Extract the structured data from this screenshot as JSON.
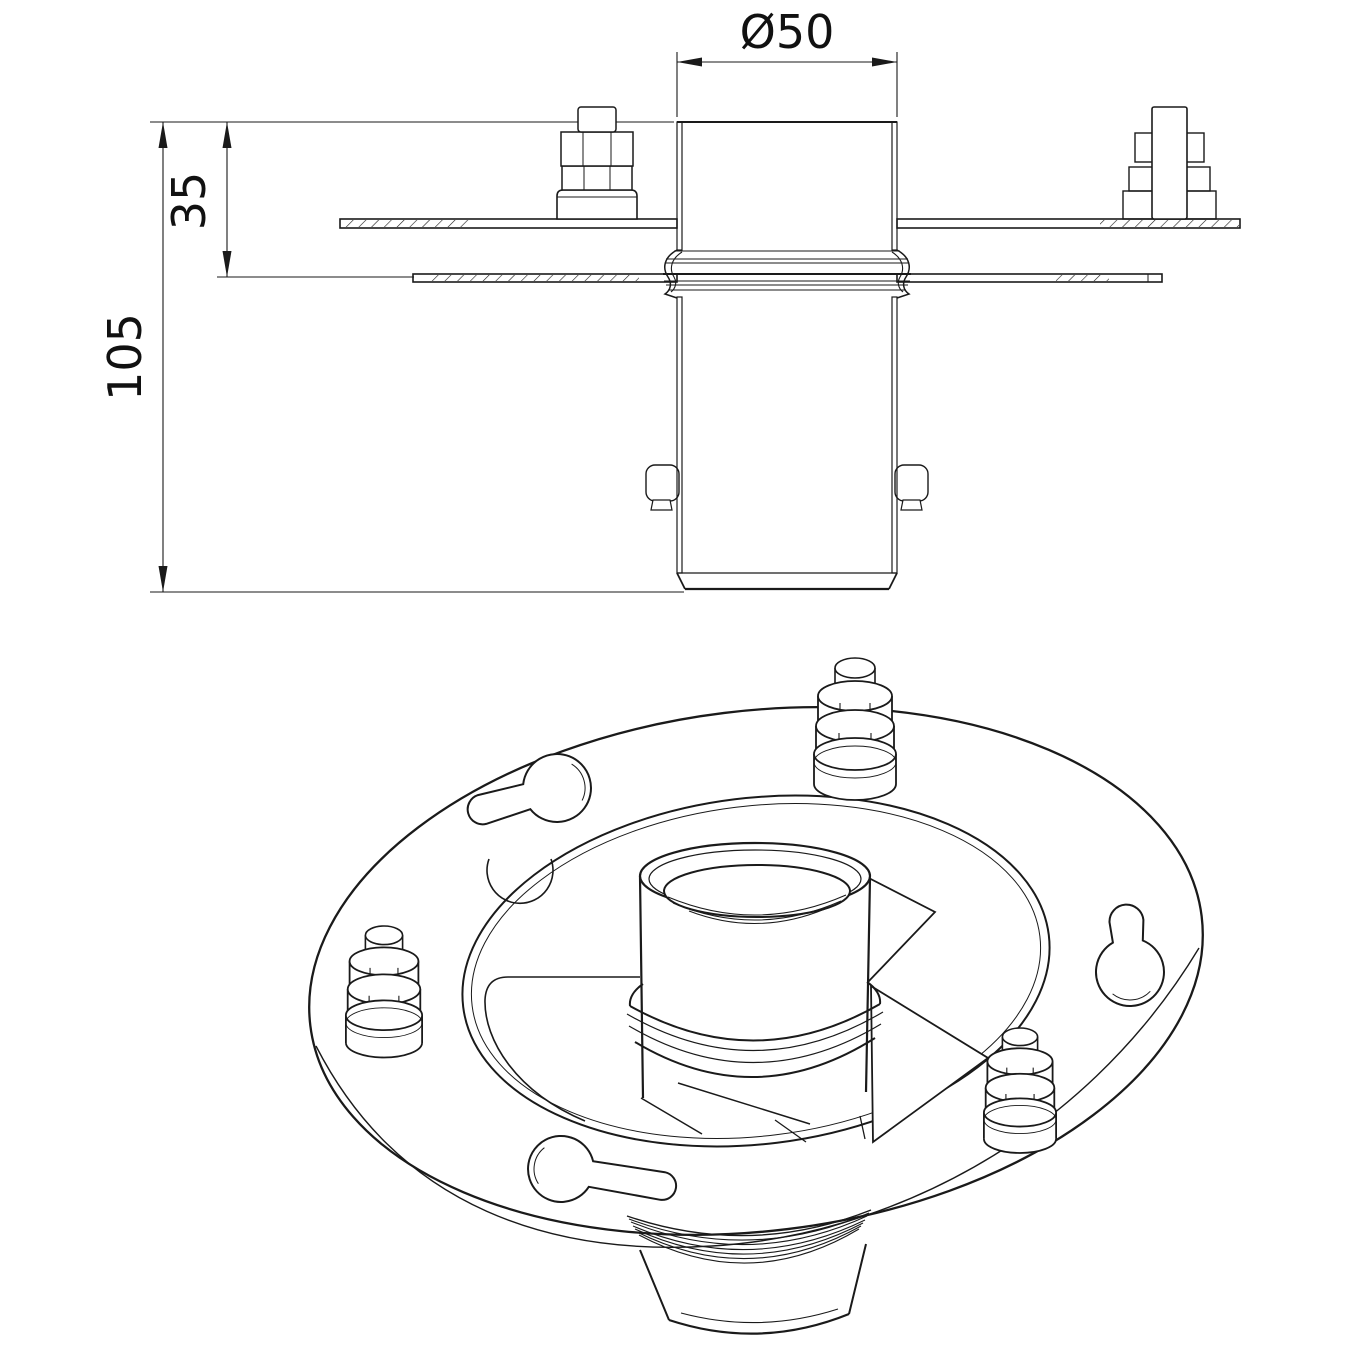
{
  "drawing": {
    "background_color": "#ffffff",
    "line_color": "#1a1a1a",
    "labels": {
      "diameter": "Ø50",
      "height_total": "105",
      "height_upper": "35"
    }
  }
}
